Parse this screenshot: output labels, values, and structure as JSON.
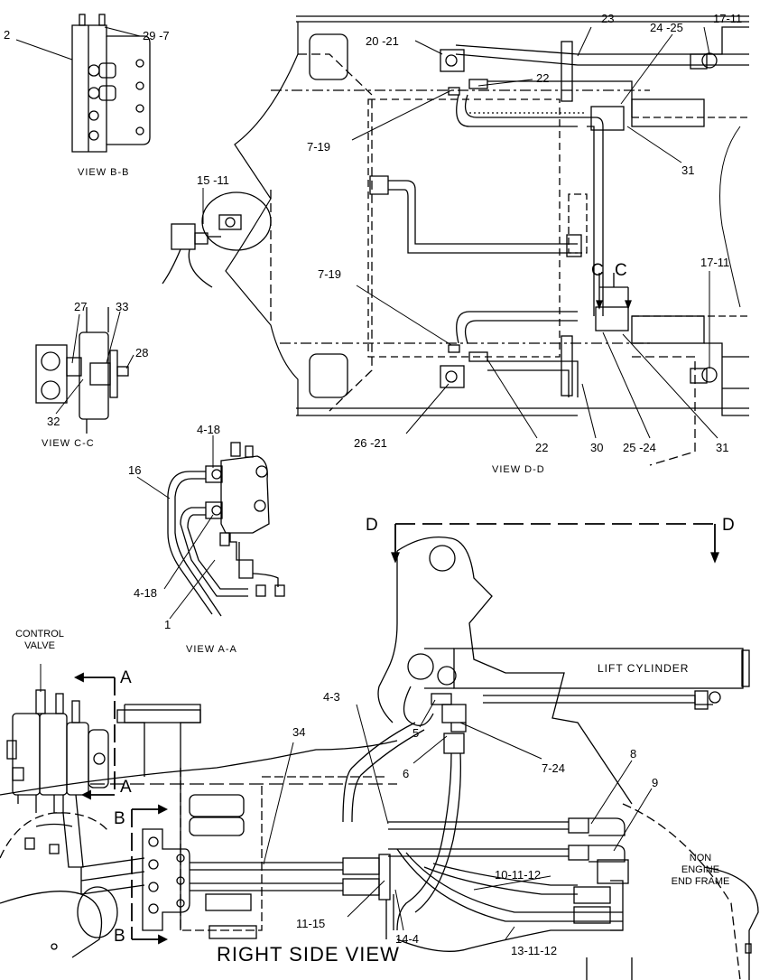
{
  "views": {
    "view_bb": "VIEW B-B",
    "view_cc": "VIEW C-C",
    "view_aa": "VIEW A-A",
    "view_dd": "VIEW D-D",
    "right_side": "RIGHT SIDE VIEW"
  },
  "components": {
    "control_valve": [
      "CONTROL",
      "VALVE"
    ],
    "lift_cylinder": "LIFT CYLINDER",
    "non_engine_end_frame": [
      "NON",
      "ENGINE",
      "END FRAME"
    ]
  },
  "section_markers": {
    "a_top": "A",
    "a_bottom": "A",
    "b_top": "B",
    "b_bottom": "B",
    "c_left": "C",
    "c_right": "C",
    "d_left": "D",
    "d_right": "D"
  },
  "callouts": {
    "bb_2": "2",
    "bb_29_7": "29 -7",
    "dd_20_21": "20 -21",
    "dd_23": "23",
    "dd_24_25": "24 -25",
    "dd_17_11_top": "17-11",
    "dd_22_top": "22",
    "dd_7_19_top": "7-19",
    "dd_31_top": "31",
    "dd_15_11": "15 -11",
    "dd_17_11_bot": "17-11",
    "dd_7_19_bot": "7-19",
    "dd_26_21": "26 -21",
    "dd_22_bot": "22",
    "dd_30": "30",
    "dd_25_24": "25 -24",
    "dd_31_bot": "31",
    "cc_27": "27",
    "cc_33": "33",
    "cc_28": "28",
    "cc_32": "32",
    "aa_4_18_top": "4-18",
    "aa_16": "16",
    "aa_4_18_bot": "4-18",
    "aa_1": "1",
    "rs_4_3": "4-3",
    "rs_5": "5",
    "rs_6": "6",
    "rs_7_24": "7-24",
    "rs_34": "34",
    "rs_8": "8",
    "rs_9": "9",
    "rs_10_11_12": "10-11-12",
    "rs_11_15": "11-15",
    "rs_14_4": "14-4",
    "rs_13_11_12": "13-11-12"
  }
}
